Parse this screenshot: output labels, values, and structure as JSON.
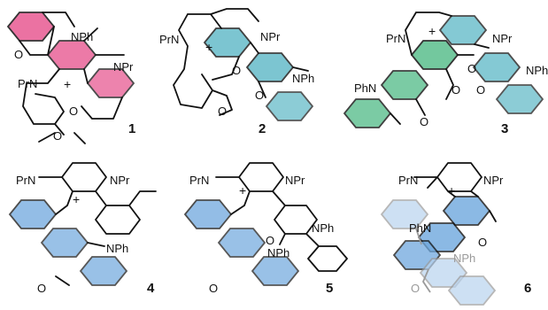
{
  "colors": {
    "pink": "#e85a92",
    "teal": "#5cb7c6",
    "green": "#5bbf8e",
    "blue": "#6fa8de",
    "blue_faded": "#b9d3ee"
  },
  "compounds": [
    {
      "number": "1",
      "labels": {
        "nph": "NPh",
        "npr_right": "NPr",
        "prn": "PrN",
        "oxo": "O",
        "ether_o1": "O",
        "ether_o2": "O",
        "plus": "+"
      }
    },
    {
      "number": "2",
      "labels": {
        "prn": "PrN",
        "npr": "NPr",
        "nph": "NPh",
        "oxo": "O",
        "ether_o1": "O",
        "ether_o2": "O",
        "plus": "+"
      }
    },
    {
      "number": "3",
      "labels": {
        "prn": "PrN",
        "npr": "NPr",
        "nph_right": "NPh",
        "phn": "PhN",
        "oxo": "O",
        "oxo2": "O",
        "ether_o1": "O",
        "ether_o2": "O",
        "plus": "+"
      }
    },
    {
      "number": "4",
      "labels": {
        "prn": "PrN",
        "npr": "NPr",
        "nph": "NPh",
        "oxo": "O",
        "plus": "+"
      }
    },
    {
      "number": "5",
      "labels": {
        "prn": "PrN",
        "npr": "NPr",
        "nph_upper": "NPh",
        "nph_lower": "NPh",
        "oxo_upper": "O",
        "oxo_lower": "O",
        "plus": "+"
      }
    },
    {
      "number": "6",
      "labels": {
        "prn": "PrN",
        "npr": "NPr",
        "phn": "PhN",
        "oxo": "O",
        "nph_grey": "NPh",
        "oxo_grey": "O",
        "plus": "+"
      }
    }
  ]
}
